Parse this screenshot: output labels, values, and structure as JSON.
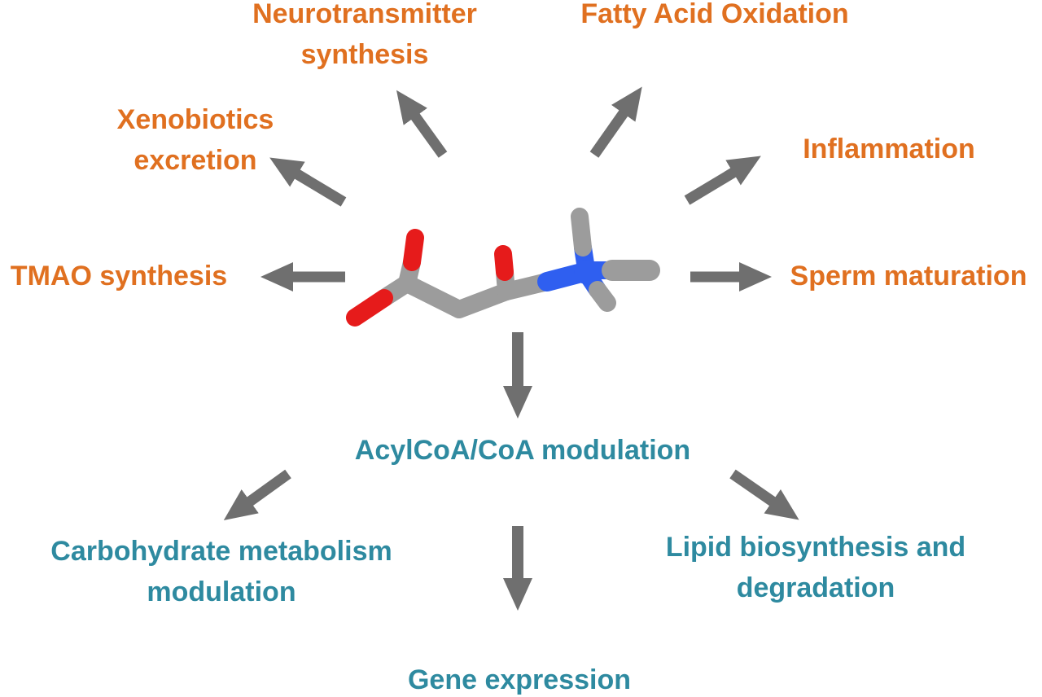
{
  "colors": {
    "outer_label": "#e07020",
    "inner_label": "#2e8aa0",
    "arrow": "#6f6f6f",
    "carbon": "#9c9c9c",
    "oxygen": "#e61b1b",
    "nitrogen": "#2f5ff0"
  },
  "labels": {
    "neurotransmitter": [
      "Neurotransmitter",
      "synthesis"
    ],
    "fatty_acid": [
      "Fatty Acid Oxidation"
    ],
    "xenobiotics": [
      "Xenobiotics",
      "excretion"
    ],
    "inflammation": [
      "Inflammation"
    ],
    "tmao": [
      "TMAO synthesis"
    ],
    "sperm": [
      "Sperm maturation"
    ],
    "acylcoa": [
      "AcylCoA/CoA modulation"
    ],
    "carbohydrate": [
      "Carbohydrate metabolism",
      "modulation"
    ],
    "lipid": [
      "Lipid biosynthesis and",
      "degradation"
    ],
    "gene": [
      "Gene expression"
    ]
  },
  "molecule": {
    "name": "carnitine-molecule",
    "atoms": [
      "C",
      "O",
      "N"
    ]
  }
}
